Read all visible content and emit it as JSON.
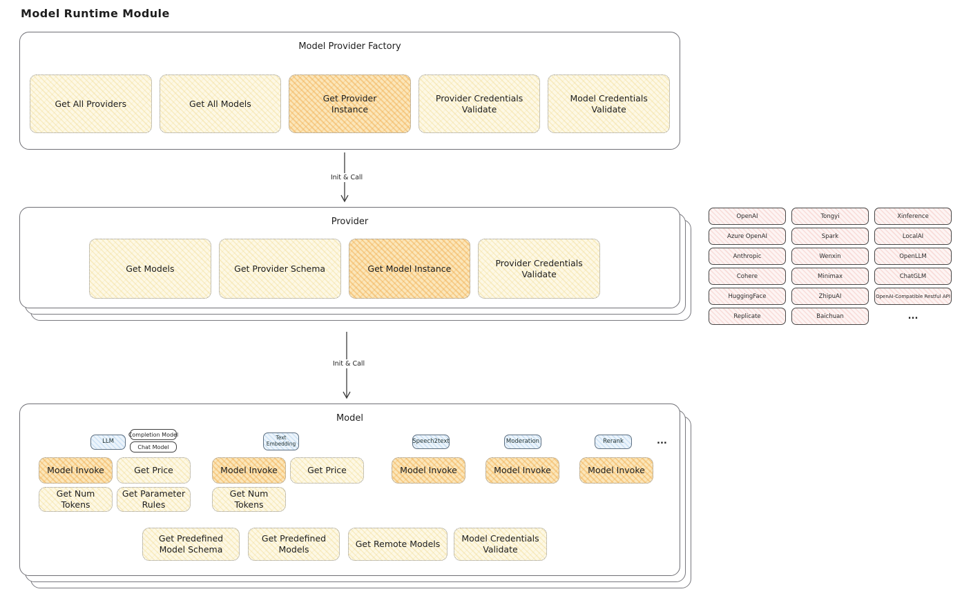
{
  "page": {
    "title": "Model Runtime Module"
  },
  "labels": {
    "init_call": "Init & Call"
  },
  "colors": {
    "node_yellow": "#fdf8e5",
    "node_orange_highlight": "#fbe6ba",
    "provider_chip_pink": "#fdf4f3",
    "tab_blue": "#ecf4fb",
    "sheet_border": "#6e6e74",
    "text": "#1e1e1e"
  },
  "factory": {
    "title": "Model Provider Factory",
    "buttons": [
      {
        "label": "Get All Providers",
        "highlight": false
      },
      {
        "label": "Get All Models",
        "highlight": false
      },
      {
        "label": "Get Provider Instance",
        "highlight": true
      },
      {
        "label": "Provider Credentials Validate",
        "highlight": false
      },
      {
        "label": "Model Credentials Validate",
        "highlight": false
      }
    ]
  },
  "provider": {
    "title": "Provider",
    "buttons": [
      {
        "label": "Get Models",
        "highlight": false
      },
      {
        "label": "Get Provider Schema",
        "highlight": false
      },
      {
        "label": "Get Model Instance",
        "highlight": true
      },
      {
        "label": "Provider Credentials Validate",
        "highlight": false
      }
    ]
  },
  "providers_grid": {
    "columns": [
      [
        "OpenAI",
        "Azure OpenAI",
        "Anthropic",
        "Cohere",
        "HuggingFace",
        "Replicate"
      ],
      [
        "Tongyi",
        "Spark",
        "Wenxin",
        "Minimax",
        "ZhipuAI",
        "Baichuan"
      ],
      [
        "Xinference",
        "LocalAI",
        "OpenLLM",
        "ChatGLM",
        "OpenAI-Compatible Restful API"
      ]
    ],
    "more": "..."
  },
  "model": {
    "title": "Model",
    "groups": [
      {
        "tab": "LLM",
        "subtabs": [
          "Completion Model",
          "Chat Model"
        ],
        "buttons": [
          {
            "label": "Model Invoke",
            "highlight": true
          },
          {
            "label": "Get Price",
            "highlight": false
          },
          {
            "label": "Get Num Tokens",
            "highlight": false
          },
          {
            "label": "Get Parameter Rules",
            "highlight": false
          }
        ]
      },
      {
        "tab": "Text Embedding",
        "buttons": [
          {
            "label": "Model Invoke",
            "highlight": true
          },
          {
            "label": "Get Price",
            "highlight": false
          },
          {
            "label": "Get Num Tokens",
            "highlight": false
          }
        ]
      },
      {
        "tab": "Speech2text",
        "buttons": [
          {
            "label": "Model Invoke",
            "highlight": true
          }
        ]
      },
      {
        "tab": "Moderation",
        "buttons": [
          {
            "label": "Model Invoke",
            "highlight": true
          }
        ]
      },
      {
        "tab": "Rerank",
        "buttons": [
          {
            "label": "Model Invoke",
            "highlight": true
          }
        ]
      }
    ],
    "more": "...",
    "footer_buttons": [
      "Get Predefined Model Schema",
      "Get Predefined Models",
      "Get Remote Models",
      "Model Credentials Validate"
    ]
  }
}
